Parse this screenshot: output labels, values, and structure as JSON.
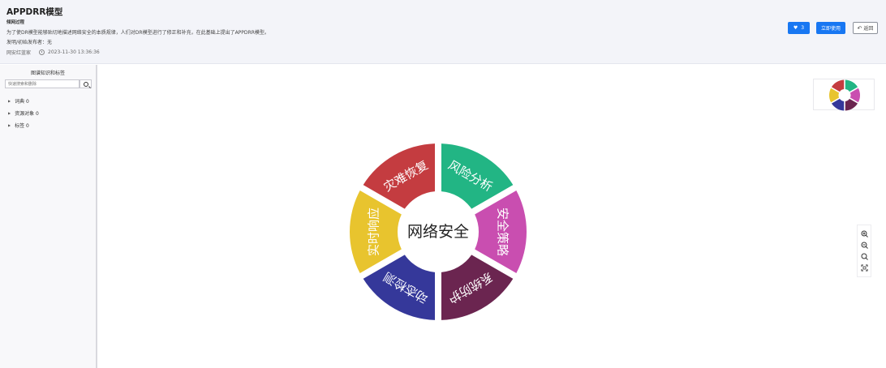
{
  "header": {
    "title": "APPDRR模型",
    "subtitle": "倾网过程",
    "description": "为了使DR模型能够贴切地描述网络安全的本质规律，人们对DR模型进行了修正和补充，在此基础上提出了APPDRR模型。",
    "publisher": "发明/初始发布者：无",
    "author": "网安红蓝家",
    "datetime": "2023-11-30 13:36:36",
    "like_count": "3",
    "use_label": "立即使用",
    "back_label": "返回"
  },
  "sidebar": {
    "title": "图谱知识和标签",
    "search_placeholder": "快速搜索和删除",
    "items": [
      {
        "label": "词典 0"
      },
      {
        "label": "资源对象 0"
      },
      {
        "label": "标签 0"
      }
    ]
  },
  "diagram": {
    "center_label": "网络安全",
    "segments": [
      {
        "label": "风险分析",
        "color": "#22b584"
      },
      {
        "label": "安全策略",
        "color": "#c94eb0"
      },
      {
        "label": "系统防护",
        "color": "#6b2550"
      },
      {
        "label": "动态检测",
        "color": "#35389a"
      },
      {
        "label": "实时响应",
        "color": "#e8c42e"
      },
      {
        "label": "灾难恢复",
        "color": "#c43c40"
      }
    ]
  },
  "icons": {
    "like": "heart-icon",
    "back": "back-arrow-icon",
    "clock": "clock-icon",
    "search": "search-icon",
    "zoom_in": "zoom-in-icon",
    "zoom_out": "zoom-out-icon",
    "fit": "fit-view-icon",
    "fullscreen": "fullscreen-icon"
  }
}
